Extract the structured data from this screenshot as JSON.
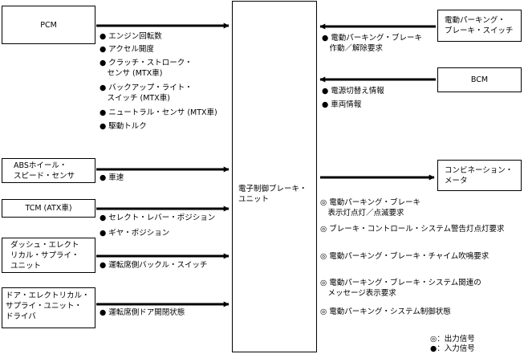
{
  "ecu": {
    "label": "電子制御ブレーキ・\nユニット"
  },
  "inputs": [
    {
      "id": "pcm",
      "label": "PCM",
      "signals": [
        "● エンジン回転数",
        "● アクセル開度",
        "● クラッチ・ストローク・\n　センサ (MTX車)",
        "● バックアップ・ライト・\n　スイッチ (MTX車)",
        "● ニュートラル・センサ (MTX車)",
        "● 駆動トルク"
      ]
    },
    {
      "id": "abs",
      "label": "ABSホイール・\nスピード・センサ",
      "signals": [
        "● 車速"
      ]
    },
    {
      "id": "tcm",
      "label": "TCM (ATX車)",
      "signals": [
        "● セレクト・レバー・ポジション",
        "● ギヤ・ポジション"
      ]
    },
    {
      "id": "dashboard",
      "label": "ダッシュ・エレクト\nリカル・サプライ・\nユニット",
      "signals": [
        "● 運転席側バックル・スイッチ"
      ]
    },
    {
      "id": "door",
      "label": "ドア・エレクトリカル・\nサプライ・ユニット・\nドライバ",
      "signals": [
        "● 運転席側ドア開閉状態"
      ]
    },
    {
      "id": "epb-switch",
      "label": "電動パーキング・\nブレーキ・スイッチ",
      "signals": [
        "● 電動パーキング・ブレーキ\n　作動／解除要求"
      ]
    },
    {
      "id": "bcm",
      "label": "BCM",
      "signals": [
        "● 電源切替え情報",
        "● 車両情報"
      ]
    }
  ],
  "outputs": [
    {
      "id": "combination-meter",
      "label": "コンビネーション・\nメータ",
      "signals": [
        "◎ 電動パーキング・ブレーキ\n　表示灯点灯／点滅要求",
        "◎ ブレーキ・コントロール・システム警告灯点灯要求",
        "◎ 電動パーキング・ブレーキ・チャイム吹鳴要求",
        "◎ 電動パーキング・ブレーキ・システム関連の\n　メッセージ表示要求",
        "◎ 電動パーキング・システム制御状態"
      ]
    }
  ],
  "legend": [
    "◎：出力信号",
    "●：入力信号"
  ]
}
